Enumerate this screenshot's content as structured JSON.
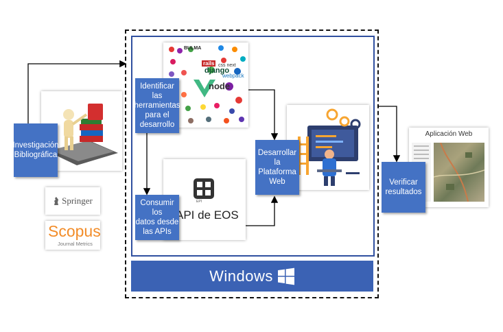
{
  "colors": {
    "box_fill": "#4472c4",
    "box_fill_dark": "#3b64b8",
    "frame_border": "#2f4f9f",
    "windows_bar": "#3b62b4",
    "arrow": "#000000"
  },
  "steps": {
    "investigacion": "Investigación\nBibliográfica",
    "identificar": "Identificar las\nherramientas\npara el\ndesarrollo",
    "consumir": "Consumir los\ndatos desde\nlas APIs",
    "desarrollar": "Desarrollar la\nPlataforma\nWeb",
    "verificar": "Verificar\nresultados"
  },
  "logos": {
    "springer": "Springer",
    "scopus": "Scopus",
    "scopus_sub": "Journal Metrics",
    "windows": "Windows",
    "api_title": "API de EOS",
    "api_badge": "EPI"
  },
  "tools_collage": [
    "BULMA",
    "rails",
    "django",
    "node",
    "webpack",
    "css next"
  ],
  "app_screenshot": {
    "title": "Aplicación Web"
  },
  "icons": [
    "book-stack-icon",
    "springer-chess-icon",
    "windows-logo-icon",
    "api-grid-icon",
    "developer-gears-icon",
    "map-icon"
  ]
}
